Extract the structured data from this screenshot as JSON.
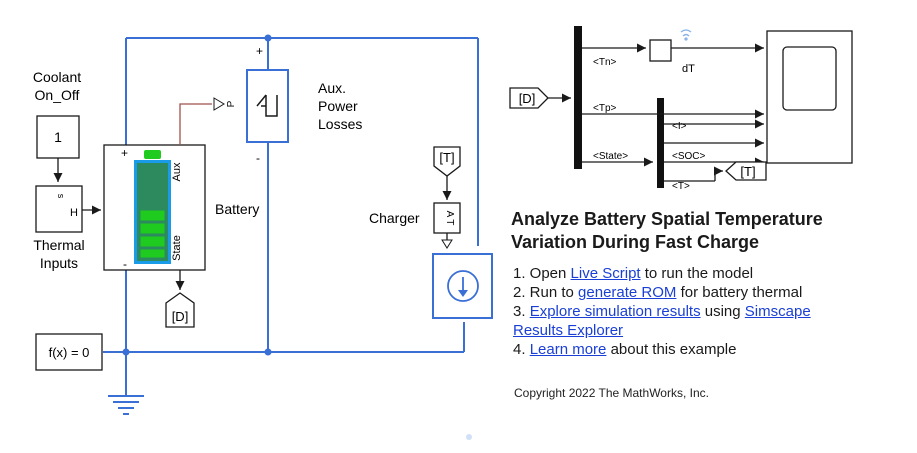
{
  "blocks": {
    "coolant_label_line1": "Coolant",
    "coolant_label_line2": "On_Off",
    "constant_value": "1",
    "thermal_port_s": "s",
    "thermal_port_h": "H",
    "thermal_out_h": "H",
    "thermal_inputs_line1": "Thermal",
    "thermal_inputs_line2": "Inputs",
    "battery_label": "Battery",
    "battery_port_aux": "Aux",
    "battery_port_state": "State",
    "battery_plus": "+",
    "battery_minus": "-",
    "aux_power_line1": "Aux.",
    "aux_power_line2": "Power",
    "aux_power_line3": "Losses",
    "aux_port_p": "P",
    "aux_plus": "+",
    "aux_minus": "-",
    "goto_d": "[D]",
    "from_t": "[T]",
    "charger_label": "Charger",
    "charger_ps_label": "A T",
    "solver_label": "f(x) = 0",
    "from_d": "[D]",
    "goto_t": "[T]",
    "bus_tn": "<Tn>",
    "bus_tp": "<Tp>",
    "bus_state": "<State>",
    "bus_i": "<I>",
    "bus_soc": "<SOC>",
    "bus_t": "<T>",
    "dt_label": "dT"
  },
  "info": {
    "title_line1": "Analyze Battery Spatial Temperature",
    "title_line2": "Variation During Fast Charge",
    "step1_prefix": "1. Open ",
    "step1_link": "Live Script",
    "step1_suffix": " to run the model",
    "step2_prefix": "2. Run to ",
    "step2_link": "generate ROM",
    "step2_suffix": " for battery thermal",
    "step3_prefix": "3. ",
    "step3_link1": "Explore simulation results",
    "step3_middle": " using ",
    "step3_link2a": "Simscape",
    "step3_link2b": "Results Explorer",
    "step4_prefix": "4. ",
    "step4_link": "Learn more",
    "step4_suffix": " about this example",
    "copyright": "Copyright 2022 The MathWorks, Inc."
  },
  "colors": {
    "physical_line": "#3a6fd6",
    "signal_line": "#1a1a1a",
    "battery_fill": "#2c8a5e",
    "battery_green": "#1ecb1e",
    "battery_outline": "#1a9be8",
    "link": "#1a3fd6"
  }
}
